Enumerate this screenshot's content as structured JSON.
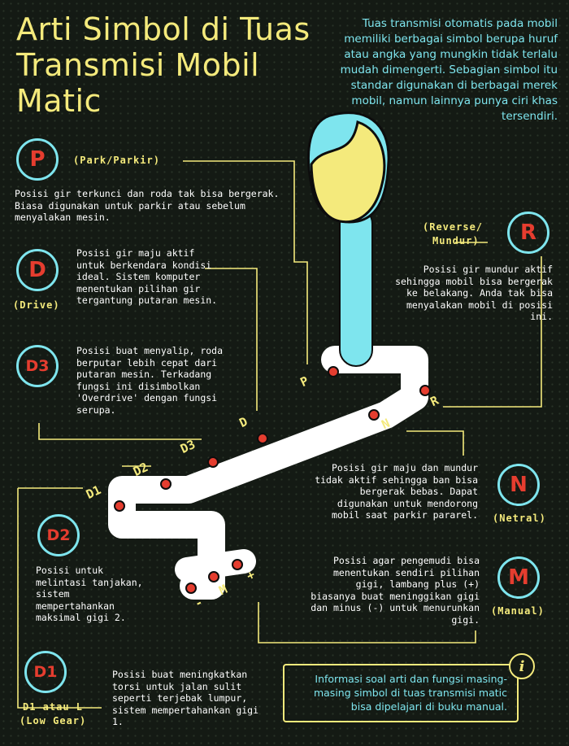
{
  "title": "Arti Simbol di Tuas Transmisi Mobil Matic",
  "intro": "Tuas transmisi otomatis pada mobil memiliki berbagai simbol berupa huruf atau angka yang mungkin tidak terlalu mudah dimengerti. Sebagian simbol itu standar digunakan di berbagai merek mobil, namun lainnya punya ciri khas tersendiri.",
  "symbols": {
    "p": {
      "letter": "P",
      "label": "(Park/Parkir)",
      "desc": "Posisi gir terkunci dan roda tak bisa bergerak. Biasa digunakan untuk parkir atau sebelum menyalakan mesin."
    },
    "d": {
      "letter": "D",
      "label": "(Drive)",
      "desc": "Posisi gir maju aktif untuk berkendara kondisi ideal. Sistem komputer menentukan pilihan gir tergantung putaran mesin."
    },
    "d3": {
      "letter": "D3",
      "desc": "Posisi buat menyalip, roda berputar lebih cepat dari putaran mesin. Terkadang fungsi ini disimbolkan 'Overdrive' dengan fungsi serupa."
    },
    "d2": {
      "letter": "D2",
      "desc": "Posisi untuk melintasi tanjakan, sistem mempertahankan maksimal gigi 2."
    },
    "d1": {
      "letter": "D1",
      "label_line1": "D1 atau L",
      "label_line2": "(Low Gear)",
      "desc": "Posisi buat meningkatkan torsi untuk jalan sulit seperti terjebak lumpur,  sistem mempertahankan gigi 1."
    },
    "r": {
      "letter": "R",
      "label_line1": "(Reverse/",
      "label_line2": "Mundur)",
      "desc": "Posisi gir mundur aktif sehingga mobil bisa bergerak ke belakang. Anda tak bisa menyalakan mobil di posisi ini."
    },
    "n": {
      "letter": "N",
      "label": "(Netral)",
      "desc": "Posisi gir maju dan mundur tidak aktif sehingga ban bisa bergerak bebas. Dapat digunakan untuk mendorong mobil saat parkir pararel."
    },
    "m": {
      "letter": "M",
      "label": "(Manual)",
      "desc": "Posisi agar pengemudi bisa menentukan sendiri pilihan gigi, lambang plus (+) biasanya buat meninggikan gigi dan minus (-) untuk menurunkan gigi."
    }
  },
  "gate_labels": {
    "p": "P",
    "r": "R",
    "n": "N",
    "d": "D",
    "d3": "D3",
    "d2": "D2",
    "d1": "D1",
    "m": "M",
    "plus": "+",
    "minus": "-"
  },
  "info": {
    "icon": "i",
    "text": "Informasi soal arti dan fungsi masing-masing simbol di tuas transmisi matic bisa dipelajari di buku manual."
  },
  "colors": {
    "background": "#141a14",
    "title": "#f4ea7c",
    "accent_cyan": "#7ee5ee",
    "symbol_red": "#e53d2f",
    "knob_yellow": "#f4ea7c"
  }
}
